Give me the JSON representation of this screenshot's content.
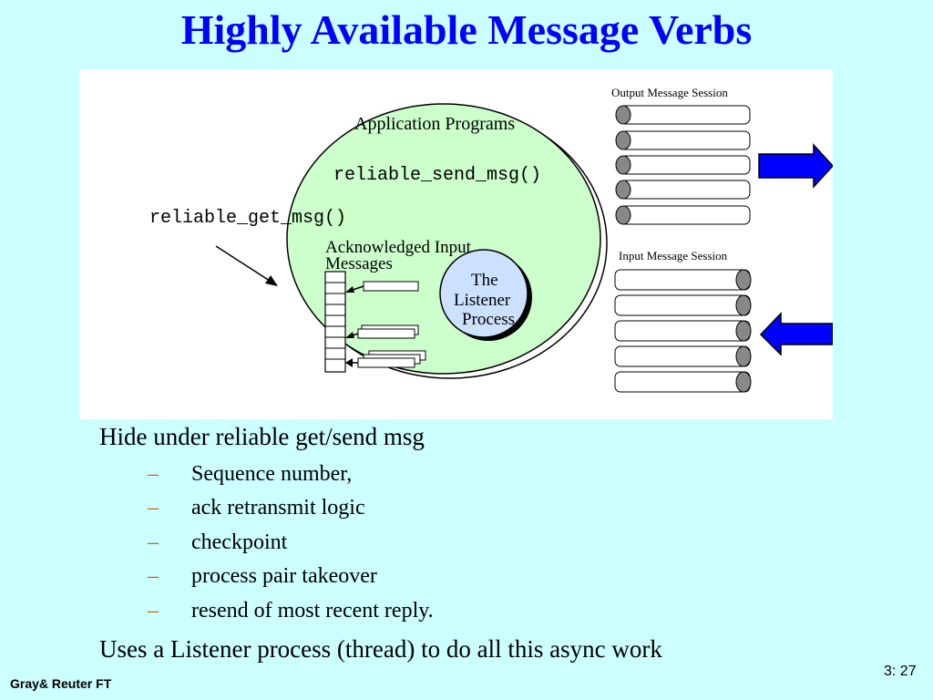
{
  "slide": {
    "title": "Highly Available Message Verbs",
    "bullets": [
      "Hide under reliable get/send msg",
      "Uses a Listener process (thread) to do all this async work"
    ],
    "sub_bullets": [
      "Sequence number,",
      "ack retransmit logic",
      "checkpoint",
      "process pair takeover",
      "resend of most recent reply."
    ],
    "dash": "–",
    "footer_left": "Gray& Reuter  FT",
    "page_number": "3: 27"
  },
  "diagram": {
    "app_programs_label": "Application Programs",
    "send_call": "reliable_send_msg()",
    "get_call": "reliable_get_msg()",
    "ack_label_line1": "Acknowledged Input",
    "ack_label_line2": "Messages",
    "listener_line1": "The",
    "listener_line2": "Listener",
    "listener_line3": "Process",
    "output_session_label": "Output Message  Session",
    "input_session_label": "Input Message  Session"
  },
  "colors": {
    "background": "#CCFFFF",
    "title": "#0000FF",
    "ellipse_fill": "#CCFFCC",
    "listener_fill": "#CCE0FF",
    "arrow_fill": "#0000FF",
    "dash": "#CC6600"
  }
}
